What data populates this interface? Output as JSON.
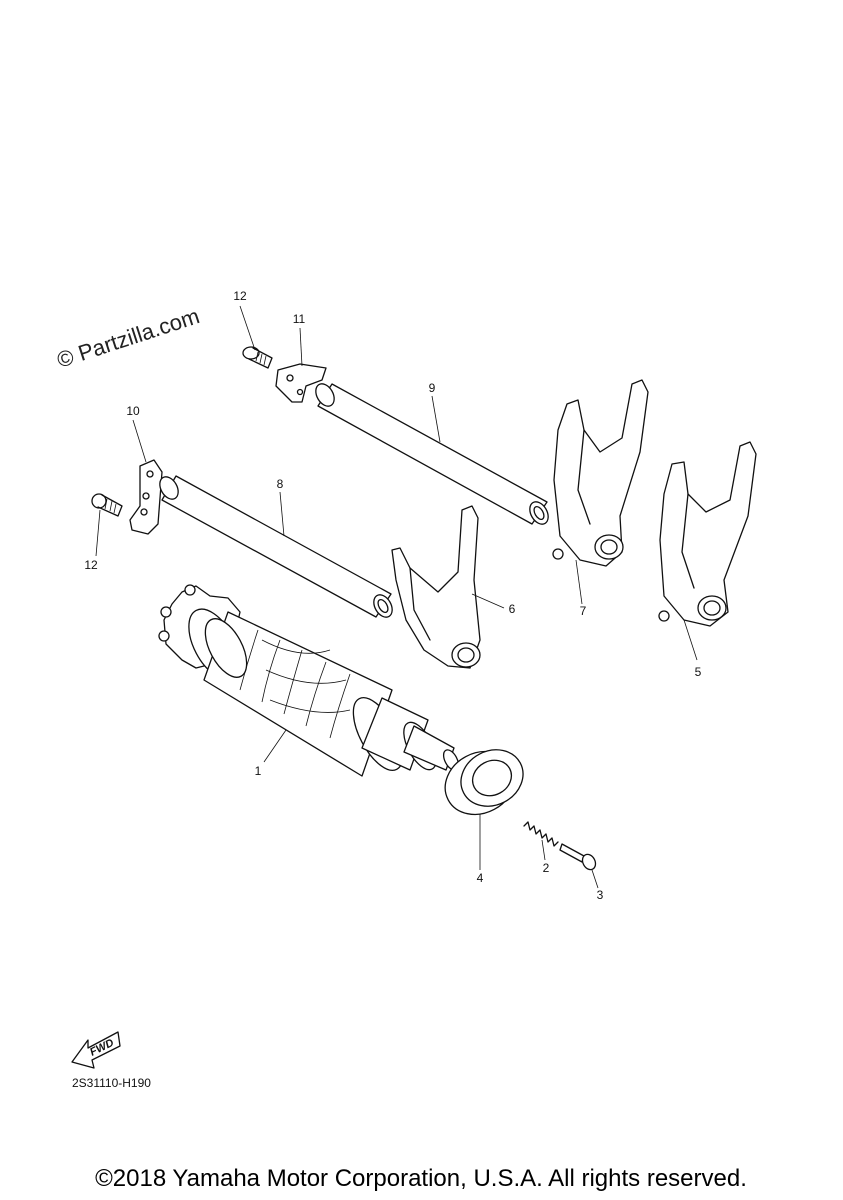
{
  "watermark": "© Partzilla.com",
  "diagram_code": "2S31110-H190",
  "fwd_label": "FWD",
  "copyright": "©2018 Yamaha Motor Corporation, U.S.A. All rights reserved.",
  "callouts": {
    "c1": "1",
    "c2": "2",
    "c3": "3",
    "c4": "4",
    "c5": "5",
    "c6": "6",
    "c7": "7",
    "c8": "8",
    "c9": "9",
    "c10": "10",
    "c11": "11",
    "c12a": "12",
    "c12b": "12"
  }
}
